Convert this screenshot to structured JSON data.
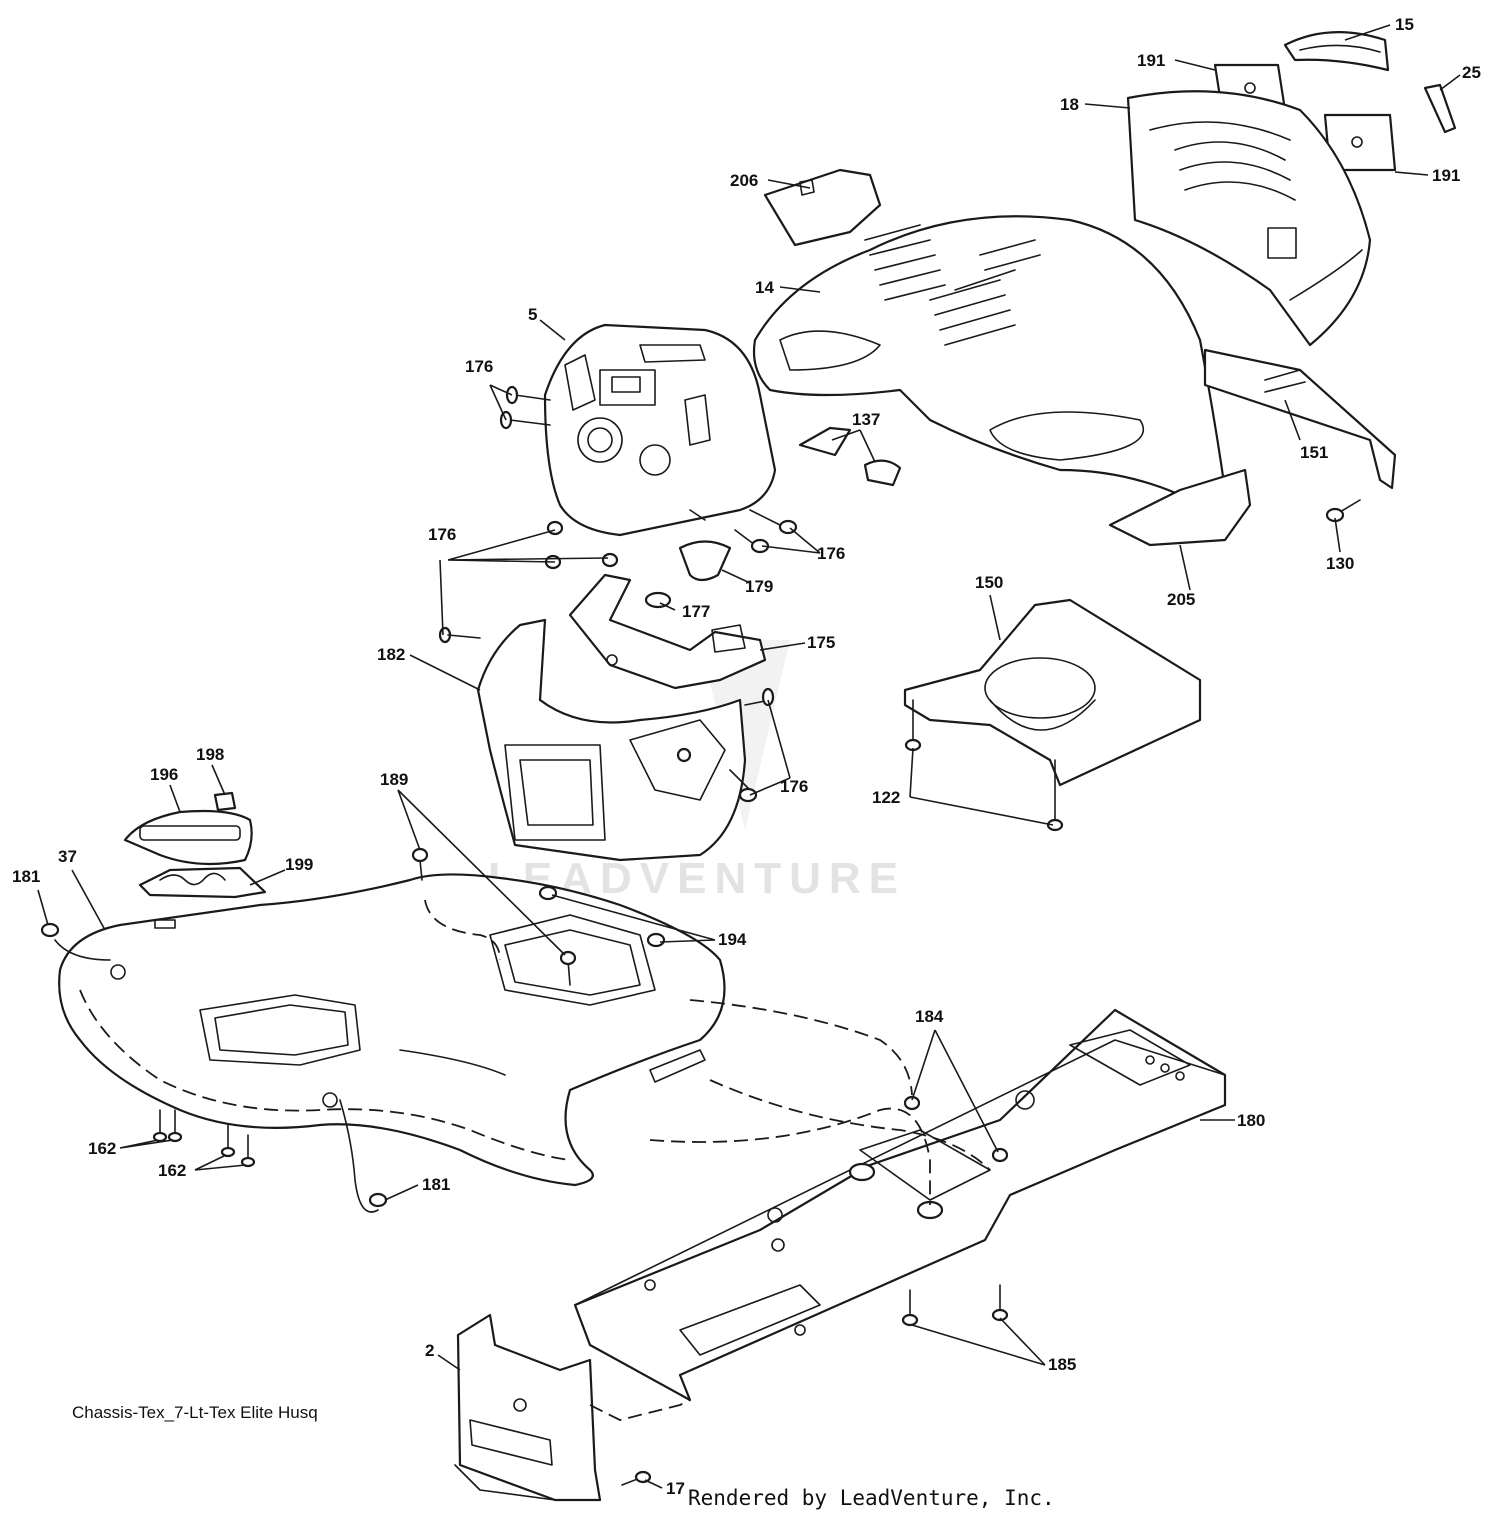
{
  "diagram": {
    "caption": "Chassis-Tex_7-Lt-Tex Elite Husq",
    "footer": "Rendered by LeadVenture, Inc.",
    "watermark": "LEADVENTURE",
    "labels": {
      "p15": "15",
      "p191a": "191",
      "p25": "25",
      "p18": "18",
      "p191b": "191",
      "p206": "206",
      "p14": "14",
      "p5": "5",
      "p176a": "176",
      "p137": "137",
      "p151": "151",
      "p176b": "176",
      "p176c": "176",
      "p179": "179",
      "p130": "130",
      "p205": "205",
      "p150": "150",
      "p177": "177",
      "p175": "175",
      "p182": "182",
      "p176d": "176",
      "p122": "122",
      "p198": "198",
      "p196": "196",
      "p189": "189",
      "p37": "37",
      "p181a": "181",
      "p199": "199",
      "p194": "194",
      "p184": "184",
      "p180": "180",
      "p162a": "162",
      "p162b": "162",
      "p181b": "181",
      "p2": "2",
      "p185": "185",
      "p17": "17"
    }
  }
}
